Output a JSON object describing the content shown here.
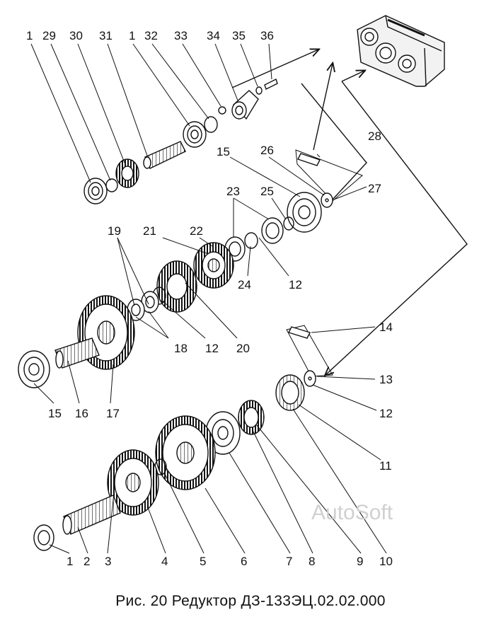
{
  "caption": "Рис. 20 Редуктор  ДЗ-133ЭЦ.02.02.000",
  "watermark": "AutoSoft",
  "callouts": {
    "top": [
      "1",
      "29",
      "30",
      "31",
      "1",
      "32",
      "33",
      "34",
      "35",
      "36"
    ],
    "upper_mid": [
      "28",
      "26",
      "15",
      "27",
      "23",
      "25"
    ],
    "middle": [
      "19",
      "21",
      "22",
      "24",
      "12",
      "18",
      "12",
      "20"
    ],
    "lower_left": [
      "15",
      "16",
      "17"
    ],
    "right": [
      "14",
      "13",
      "12",
      "11"
    ],
    "bottom": [
      "1",
      "2",
      "3",
      "4",
      "5",
      "6",
      "7",
      "8",
      "9",
      "10"
    ]
  },
  "colors": {
    "ink": "#111111",
    "watermark": "#d0d0d0",
    "paper": "#ffffff"
  }
}
